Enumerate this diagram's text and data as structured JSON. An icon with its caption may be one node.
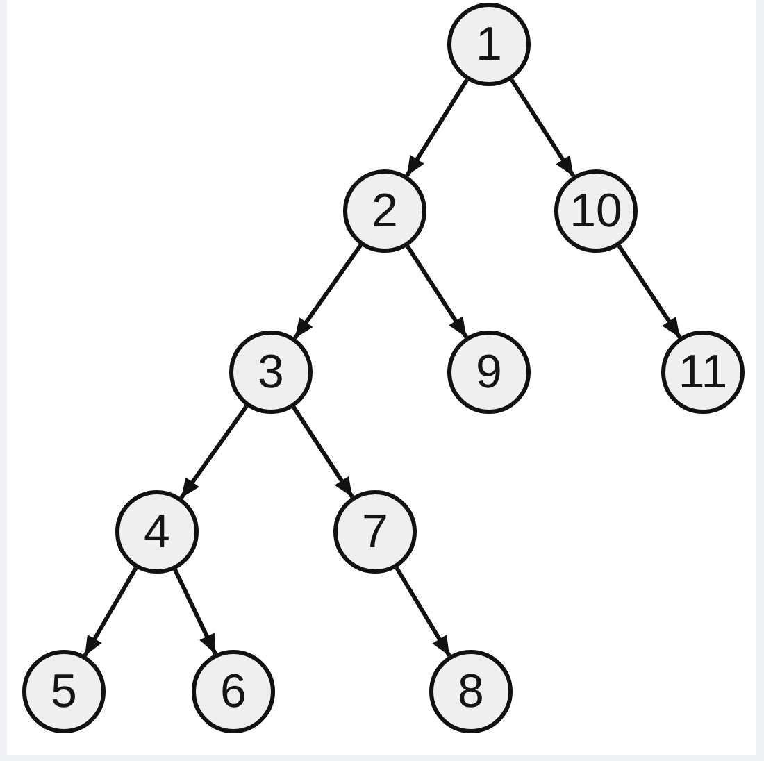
{
  "diagram": {
    "nodes": [
      {
        "text": [
          "1"
        ]
      },
      {
        "text": [
          "2"
        ]
      },
      {
        "text": [
          "10"
        ]
      },
      {
        "text": [
          "3"
        ]
      },
      {
        "text": [
          "9"
        ]
      },
      {
        "text": [
          "11"
        ]
      },
      {
        "text": [
          "4"
        ]
      },
      {
        "text": [
          "7"
        ]
      },
      {
        "text": [
          "5"
        ]
      },
      {
        "text": [
          "6"
        ]
      },
      {
        "text": [
          "8"
        ]
      }
    ],
    "edges": [
      {
        "from": 0,
        "to": 1,
        "arrow": "to"
      },
      {
        "from": 0,
        "to": 2,
        "arrow": "to"
      },
      {
        "from": 1,
        "to": 3,
        "arrow": "to"
      },
      {
        "from": 1,
        "to": 4,
        "arrow": "to"
      },
      {
        "from": 2,
        "to": 5,
        "arrow": "to"
      },
      {
        "from": 3,
        "to": 6,
        "arrow": "to"
      },
      {
        "from": 3,
        "to": 7,
        "arrow": "to"
      },
      {
        "from": 6,
        "to": 8,
        "arrow": "to"
      },
      {
        "from": 6,
        "to": 9,
        "arrow": "to"
      },
      {
        "from": 7,
        "to": 10,
        "arrow": "to"
      }
    ]
  }
}
